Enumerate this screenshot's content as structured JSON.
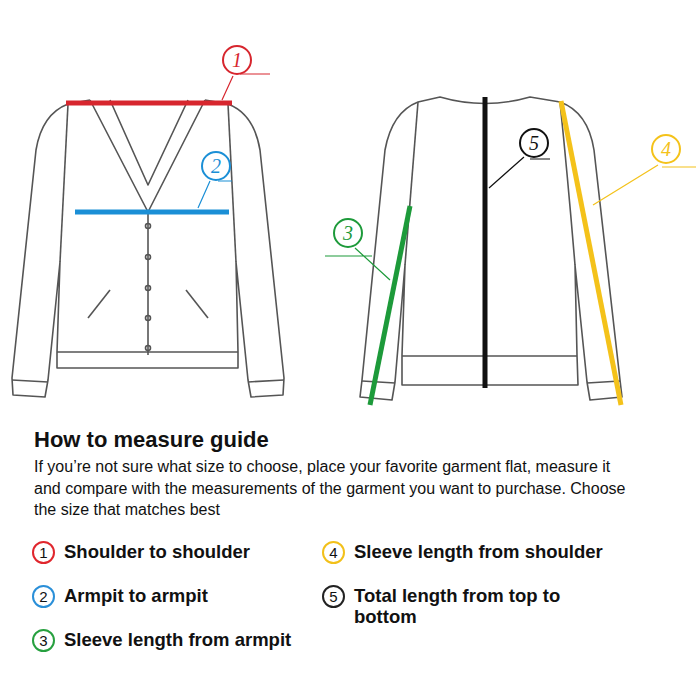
{
  "diagram": {
    "title": "How to measure guide",
    "caption": "If you’re not sure what size to choose, place your favorite garment flat, measure it and compare with the measurements of the garment you want to purchase. Choose the size that matches best",
    "nodes": [
      {
        "text": [
          "1"
        ]
      },
      {
        "text": [
          "5"
        ]
      },
      {
        "text": [
          "4"
        ]
      },
      {
        "text": [
          "2"
        ]
      },
      {
        "text": [
          "3"
        ]
      }
    ],
    "labels": [
      "1",
      "4",
      "2",
      "5",
      "3"
    ],
    "legend": [
      {
        "text": "Shoulder to shoulder",
        "color": "#e0262d"
      },
      {
        "text": "Sleeve length from shoulder",
        "color": "#f2c01a"
      },
      {
        "text": "Armpit to armpit",
        "color": "#2a8fd8"
      },
      {
        "text": "Total length from top to bottom",
        "color": "#222222"
      },
      {
        "text": "Sleeve length from armpit",
        "color": "#27a03f"
      }
    ]
  }
}
